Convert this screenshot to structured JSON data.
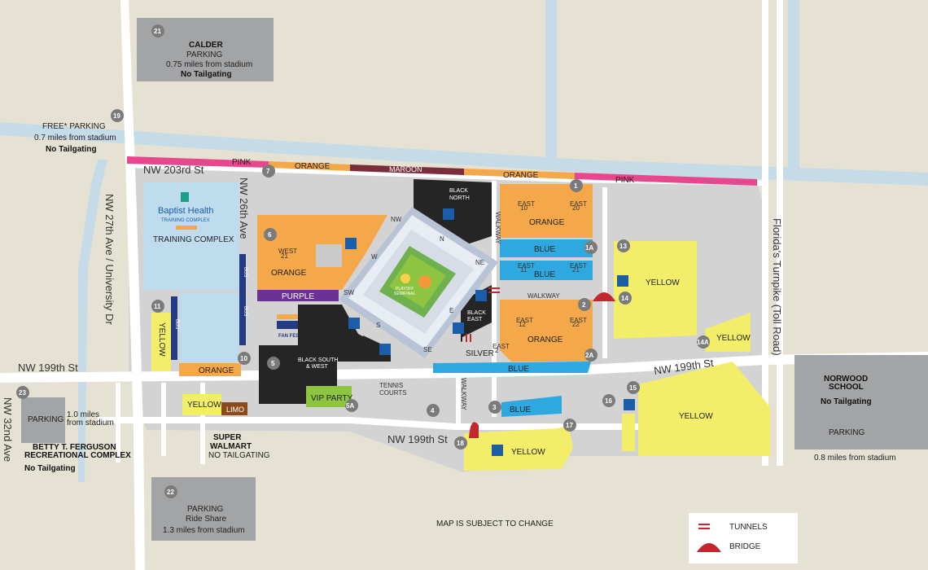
{
  "map": {
    "title_note": "MAP IS SUBJECT TO CHANGE",
    "colors": {
      "background": "#e6e2d3",
      "water": "#c6dbe8",
      "road": "#ffffff",
      "lot_gray": "#d3d3d4",
      "pink": "#e6478d",
      "orange": "#f5a84a",
      "maroon": "#7a2e3b",
      "purple": "#6c3194",
      "yellow": "#f3ee6a",
      "blue": "#2fa8e0",
      "black": "#252525",
      "green": "#8dc541",
      "limo": "#8b4a1c",
      "offsite": "#a3a4a6",
      "pin": "#7b7b7b",
      "bridge": "#c1272d",
      "ada": "#1a5da8"
    },
    "roads": {
      "nw_203rd": "NW 203rd St",
      "nw_26th": "NW 26th Ave",
      "nw_27th": "NW 27th Ave / University Dr",
      "nw_199th_west": "NW 199th St",
      "nw_199th_south": "NW 199th St",
      "nw_199th_east": "NW 199th St",
      "nw_32nd": "NW 32nd Ave",
      "turnpike": "Florida's Turnpike (Toll Road)"
    },
    "offsite": {
      "calder": {
        "pin": "21",
        "name": "CALDER",
        "type": "PARKING",
        "distance": "0.75 miles from stadium",
        "note": "No Tailgating"
      },
      "free": {
        "pin": "19",
        "name": "FREE* PARKING",
        "distance": "0.7 miles from stadium",
        "note": "No Tailgating"
      },
      "betty": {
        "pin": "23",
        "label": "PARKING",
        "distance": "1.0 miles from stadium",
        "name_line1": "BETTY T. FERGUSON",
        "name_line2": "RECREATIONAL COMPLEX",
        "note": "No Tailgating"
      },
      "rideshare": {
        "pin": "22",
        "label": "PARKING",
        "type": "Ride Share",
        "distance": "1.3 miles from stadium"
      },
      "norwood": {
        "name_line1": "NORWOOD",
        "name_line2": "SCHOOL",
        "note": "No Tailgating",
        "label": "PARKING",
        "distance": "0.8 miles from stadium"
      },
      "walmart": {
        "name_line1": "SUPER",
        "name_line2": "WALMART",
        "note": "NO TAILGATING"
      }
    },
    "strip": {
      "pink_left": "PINK",
      "orange_left": "ORANGE",
      "maroon": "MAROON",
      "orange_right": "ORANGE",
      "pink_right": "PINK"
    },
    "training": {
      "brand1": "Baptist Health",
      "brand2": "TRAINING COMPLEX",
      "label": "TRAINING COMPLEX"
    },
    "lots": {
      "west_orange": "ORANGE",
      "west_sub": "WEST",
      "west_num": "21",
      "purple": "PURPLE",
      "black_north": "BLACK",
      "black_north2": "NORTH",
      "black_south_west1": "BLACK SOUTH",
      "black_south_west2": "& WEST",
      "black_east1": "BLACK",
      "black_east2": "EAST",
      "east_orange_top": "ORANGE",
      "east_orange_bottom": "ORANGE",
      "blue1": "BLUE",
      "blue2": "BLUE",
      "blue3": "BLUE",
      "blue4": "BLUE",
      "silver": "SILVER",
      "yellow_11": "YELLOW",
      "yellow_13": "YELLOW",
      "yellow_14a": "YELLOW",
      "yellow_16": "YELLOW",
      "yellow_17": "YELLOW",
      "yellow_limo": "YELLOW",
      "limo": "LIMO",
      "orange_10": "ORANGE",
      "vip": "VIP PARTY",
      "tennis1": "TENNIS",
      "tennis2": "COURTS",
      "fanfest": "FAN FEST",
      "bus": "BUS",
      "walkway": "WALKWAY",
      "east_labels": {
        "e10": "EAST",
        "e10n": "10",
        "e20": "EAST",
        "e20n": "20",
        "e11": "EAST",
        "e11n": "11",
        "e21": "EAST",
        "e21n": "21",
        "e12": "EAST",
        "e12n": "12",
        "e22": "EAST",
        "e22n": "22",
        "e2": "EAST",
        "e2n": "2"
      }
    },
    "stadium": {
      "sections": {
        "nw": "NW",
        "n": "N",
        "ne": "NE",
        "e": "E",
        "se": "SE",
        "s": "S",
        "sw": "SW",
        "w": "W"
      },
      "field_text1": "PLAYOFF",
      "field_text2": "SEMIFINAL"
    },
    "pins": [
      "1",
      "1A",
      "2",
      "2A",
      "3",
      "4",
      "5",
      "5A",
      "6",
      "7",
      "10",
      "11",
      "13",
      "14",
      "14A",
      "15",
      "16",
      "17",
      "18"
    ],
    "legend": {
      "tunnels": "TUNNELS",
      "bridge": "BRIDGE"
    }
  }
}
